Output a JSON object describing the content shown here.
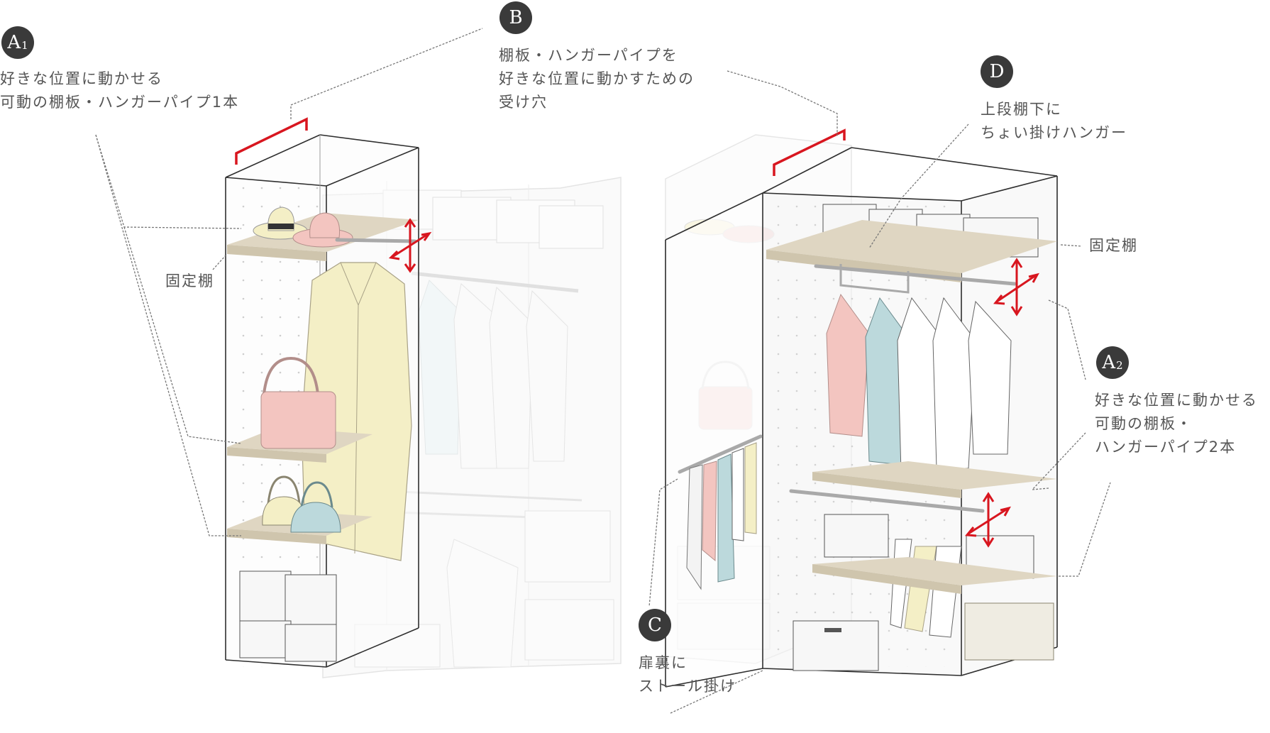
{
  "callouts": {
    "a1": {
      "badge_letter": "A",
      "badge_sub": "1",
      "lines": [
        "好きな位置に動かせる",
        "可動の棚板・ハンガーパイプ1本"
      ]
    },
    "b": {
      "badge_letter": "B",
      "lines": [
        "棚板・ハンガーパイプを",
        "好きな位置に動かすための",
        "受け穴"
      ]
    },
    "d": {
      "badge_letter": "D",
      "lines": [
        "上段棚下に",
        "ちょい掛けハンガー"
      ]
    },
    "a2": {
      "badge_letter": "A",
      "badge_sub": "2",
      "lines": [
        "好きな位置に動かせる",
        "可動の棚板・",
        "ハンガーパイプ2本"
      ]
    },
    "c": {
      "badge_letter": "C",
      "lines": [
        "扉裏に",
        "ストール掛け"
      ]
    }
  },
  "fixed_shelf_left": "固定棚",
  "fixed_shelf_right": "固定棚",
  "colors": {
    "accent_red": "#d8161f",
    "badge_bg": "#3a3a3a",
    "shelf": "#dfd6c2",
    "hanger_pipe": "#a9a9a9",
    "coat": "#f4efc6",
    "pink": "#f3c5c0",
    "blue_gray": "#bcd9dc",
    "cabinet_line": "#2e2e2e",
    "leader_line": "#777777"
  }
}
